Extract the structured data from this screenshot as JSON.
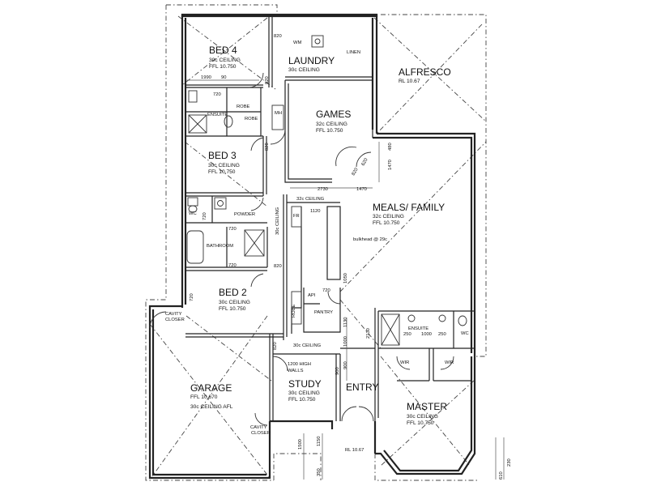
{
  "rooms": {
    "bed4": {
      "name": "BED 4",
      "ceiling": "30c CEILING",
      "ffl": "FFL 10.750"
    },
    "laundry": {
      "name": "LAUNDRY",
      "ceiling": "30c CEILING"
    },
    "alfresco": {
      "name": "ALFRESCO",
      "rl": "RL 10.67"
    },
    "games": {
      "name": "GAMES",
      "ceiling": "32c CEILING",
      "ffl": "FFL 10.750"
    },
    "bed3": {
      "name": "BED 3",
      "ceiling": "30c CEILING",
      "ffl": "FFL 10.750"
    },
    "meals": {
      "name": "MEALS/ FAMILY",
      "ceiling": "32c CEILING",
      "ffl": "FFL 10.750"
    },
    "bed2": {
      "name": "BED 2",
      "ceiling": "30c CEILING",
      "ffl": "FFL 10.750"
    },
    "garage": {
      "name": "GARAGE",
      "ffl": "FFL 10.670",
      "ceiling": "30c CEILING AFL"
    },
    "study": {
      "name": "STUDY",
      "ceiling": "30c CEILING",
      "ffl": "FFL 10.750"
    },
    "entry": {
      "name": "ENTRY"
    },
    "master": {
      "name": "MASTER",
      "ceiling": "30c CEILING",
      "ffl": "FFL 10.750"
    }
  },
  "labels": {
    "wm": "WM",
    "linen": "LINEN",
    "robe1": "ROBE",
    "robe2": "ROBE",
    "mh": "MH",
    "ensuite": "ENSUITE",
    "wc": "WC",
    "powder": "POWDER",
    "bathroom": "BATHROOM",
    "fr": "FR",
    "api": "API",
    "pantry": "PANTRY",
    "robe_v": "ROBE",
    "cavity_closer_1": "CAVITY",
    "cavity_closer_1b": "CLOSER",
    "cavity_closer_2": "CAVITY",
    "cavity_closer_2b": "CLOSER",
    "high_walls_1": "1200 HIGH",
    "high_walls_2": "WALLS",
    "hall_ceiling_1": "32c CEILING",
    "hall_ceiling_2": "30c CEILING",
    "hall_ceiling_v": "30c CEILING",
    "bulkhead": "bulkhead @ 29c",
    "master_ensuite": "ENSUITE",
    "wir1": "WIR",
    "wir2": "WIR",
    "master_wc": "WC",
    "rl_entry": "RL 10.67"
  },
  "dims": {
    "d820a": "820",
    "d1990": "1990",
    "d90": "90",
    "d720a": "720",
    "d820b": "820",
    "d820c": "820",
    "d820d": "820",
    "d720b": "720",
    "d720c": "720",
    "d720d": "720",
    "d720e": "720",
    "d820e": "820",
    "d820f": "820",
    "d2730": "2730",
    "d1470a": "1470",
    "d1470b": "1470",
    "d1120": "1120",
    "d480": "480",
    "d820g": "820",
    "d620": "620",
    "d1050": "1050",
    "d1130": "1130",
    "d2130": "2130",
    "d1000a": "1000",
    "d250a": "250",
    "d1000b": "1000",
    "d250b": "250",
    "d900a": "900",
    "d900b": "900",
    "d820h": "820",
    "d1500": "1500",
    "d1150": "1150",
    "d350": "350",
    "d610": "610",
    "d230": "230",
    "d720f": "720"
  }
}
